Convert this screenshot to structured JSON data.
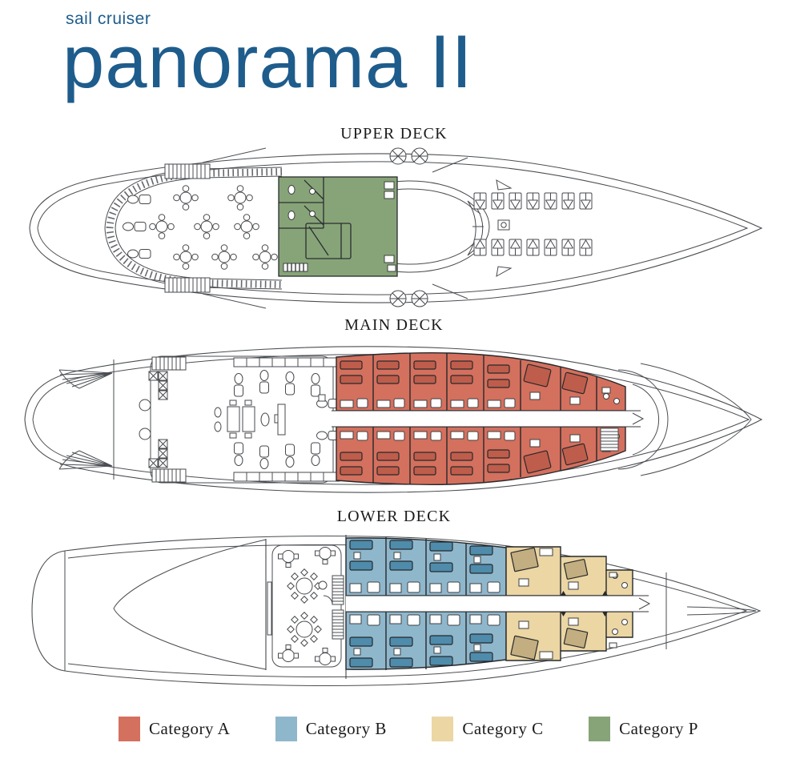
{
  "header": {
    "subtitle": "sail cruiser",
    "title": "panorama II",
    "brand_color": "#1E5C8C"
  },
  "decks": [
    {
      "label": "UPPER DECK"
    },
    {
      "label": "MAIN DECK"
    },
    {
      "label": "LOWER DECK"
    }
  ],
  "legend": {
    "items": [
      {
        "label": "Category A",
        "color": "#D4705E"
      },
      {
        "label": "Category B",
        "color": "#8FB7CC"
      },
      {
        "label": "Category C",
        "color": "#EBD6A4"
      },
      {
        "label": "Category P",
        "color": "#87A478"
      }
    ]
  },
  "palette": {
    "category_a": "#D4705E",
    "category_a_dark": "#BE5D4B",
    "category_b": "#8FB7CC",
    "category_b_dark": "#4F8BAB",
    "category_c": "#EBD6A4",
    "category_c_dark": "#C2AE80",
    "category_p": "#87A478"
  }
}
